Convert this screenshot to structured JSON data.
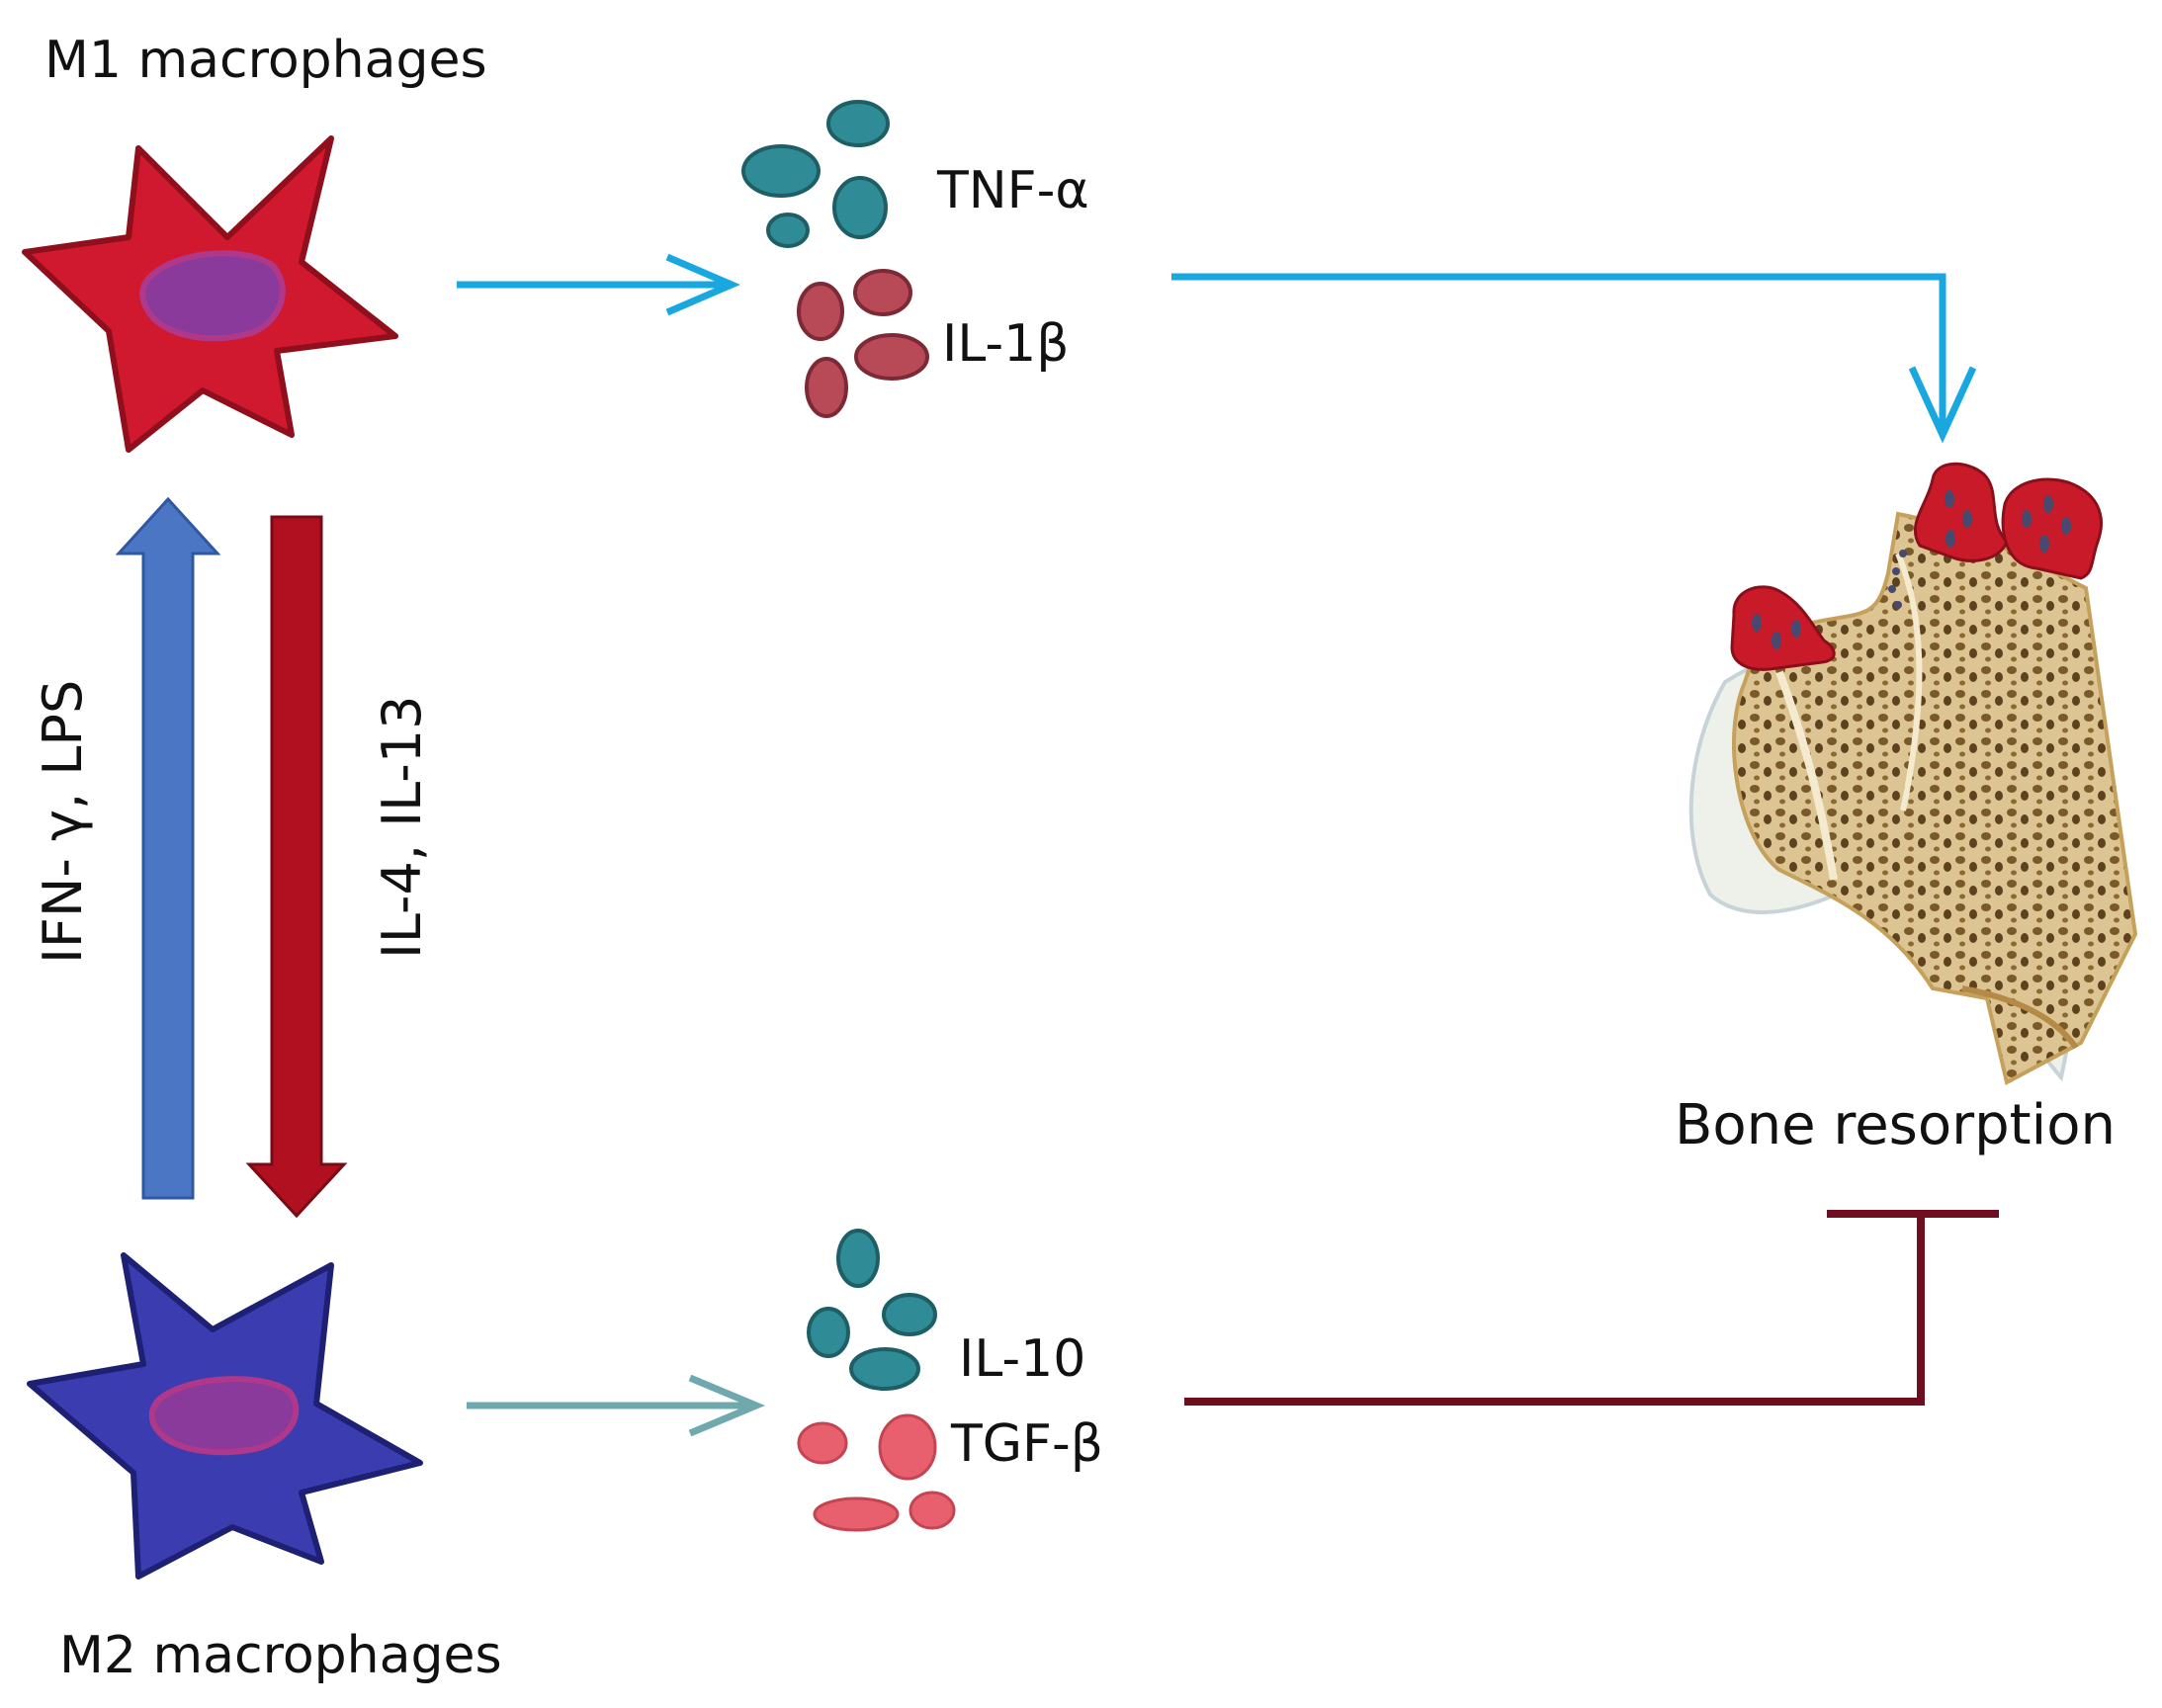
{
  "labels": {
    "m1": "M1 macrophages",
    "m2": "M2 macrophages",
    "tnf": "TNF-α",
    "il1b": "IL-1β",
    "il10": "IL-10",
    "tgfb": "TGF-β",
    "bone": "Bone resorption",
    "m2_to_m1_stimuli": "IFN- γ, LPS",
    "m1_to_m2_stimuli": "IL-4, IL-13"
  },
  "colors": {
    "m1_cell": "#d0192e",
    "m1_outline": "#8f0f1d",
    "m2_cell": "#3a3cb0",
    "m2_outline": "#1e2073",
    "nucleus": "#8a3a9a",
    "nucleus_outline": "#b0388a",
    "teal_particle": "#2f8b96",
    "m1_red_particle": "#b84a58",
    "m2_pink_particle": "#e8606e",
    "m1_output_arrow": "#19a7e0",
    "m2_output_arrow": "#6fa8ad",
    "up_arrow": "#4a76c4",
    "down_arrow": "#b0101f",
    "inhibition_line": "#6e0e20",
    "bone_fill": "#dcc592",
    "osteoclast": "#c81a28"
  },
  "icons": [
    "m1-macrophage-icon",
    "m2-macrophage-icon",
    "bone-icon",
    "osteoclast-icon"
  ]
}
